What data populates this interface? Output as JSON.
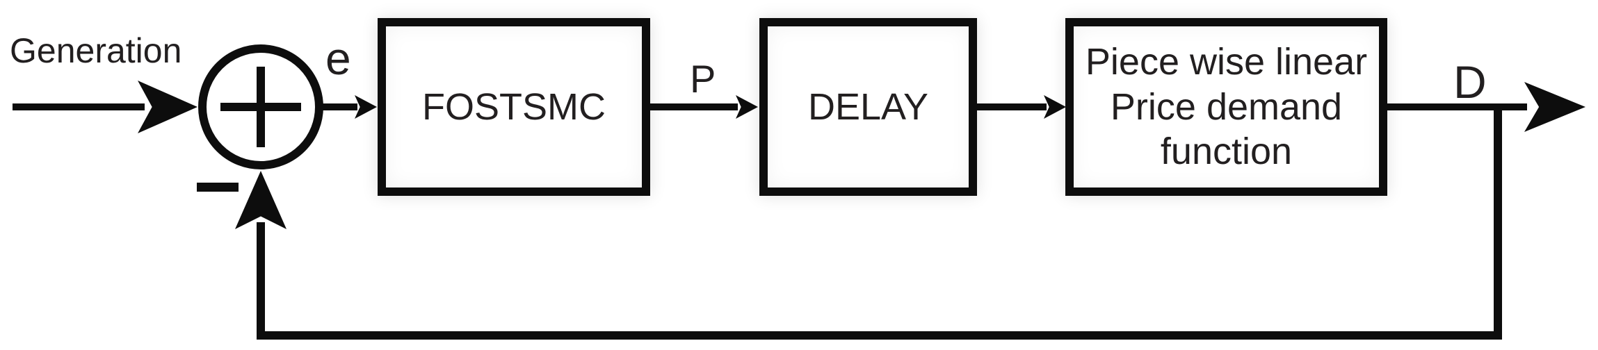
{
  "diagram": {
    "input_label": "Generation",
    "signals": {
      "e_label": "e",
      "p_label": "P",
      "d_label": "D"
    },
    "summing_junction": {
      "positive_sign": "+",
      "negative_sign": "−"
    },
    "blocks": [
      {
        "label": "FOSTSMC"
      },
      {
        "label": "DELAY"
      },
      {
        "label_lines": [
          "Piece wise linear",
          "Price demand",
          "function"
        ]
      }
    ],
    "colors": {
      "stroke": "#0d0d0d",
      "text": "#221f20",
      "background": "#ffffff"
    }
  }
}
